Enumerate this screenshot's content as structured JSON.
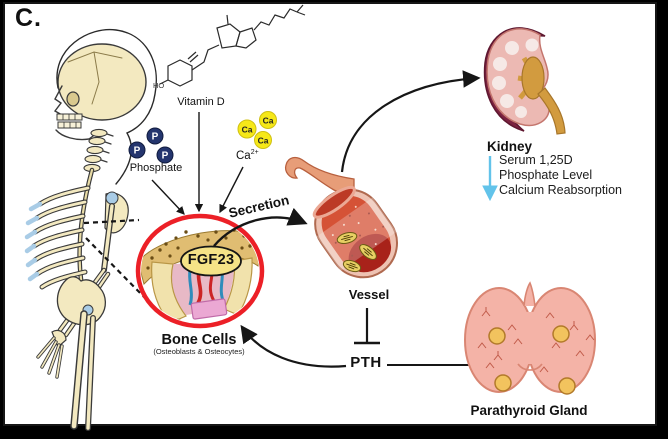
{
  "panel_label": "C.",
  "inputs": {
    "vitamin_d_label": "Vitamin D",
    "phosphate_label": "Phosphate",
    "phosphate_symbol": "P",
    "calcium_symbol": "Ca",
    "calcium_ion_base": "Ca",
    "calcium_ion_sup": "2+"
  },
  "bone": {
    "fgf23_label": "FGF23",
    "title": "Bone Cells",
    "subtitle": "(Osteoblasts & Osteocytes)"
  },
  "secretion_label": "Secretion",
  "vessel_label": "Vessel",
  "kidney": {
    "label": "Kidney",
    "effects": [
      "Serum 1,25D",
      "Phosphate Level",
      "Calcium Reabsorption"
    ]
  },
  "pth_label": "PTH",
  "parathyroid_label": "Parathyroid Gland",
  "colors": {
    "highlight_circle": "#ec2027",
    "fgf23_fill": "#f5e387",
    "phosphate_fill": "#24356e",
    "calcium_fill": "#f6e818",
    "kidney_effect_arrow": "#62c3ea",
    "bone_fill": "#f3e9c0"
  }
}
